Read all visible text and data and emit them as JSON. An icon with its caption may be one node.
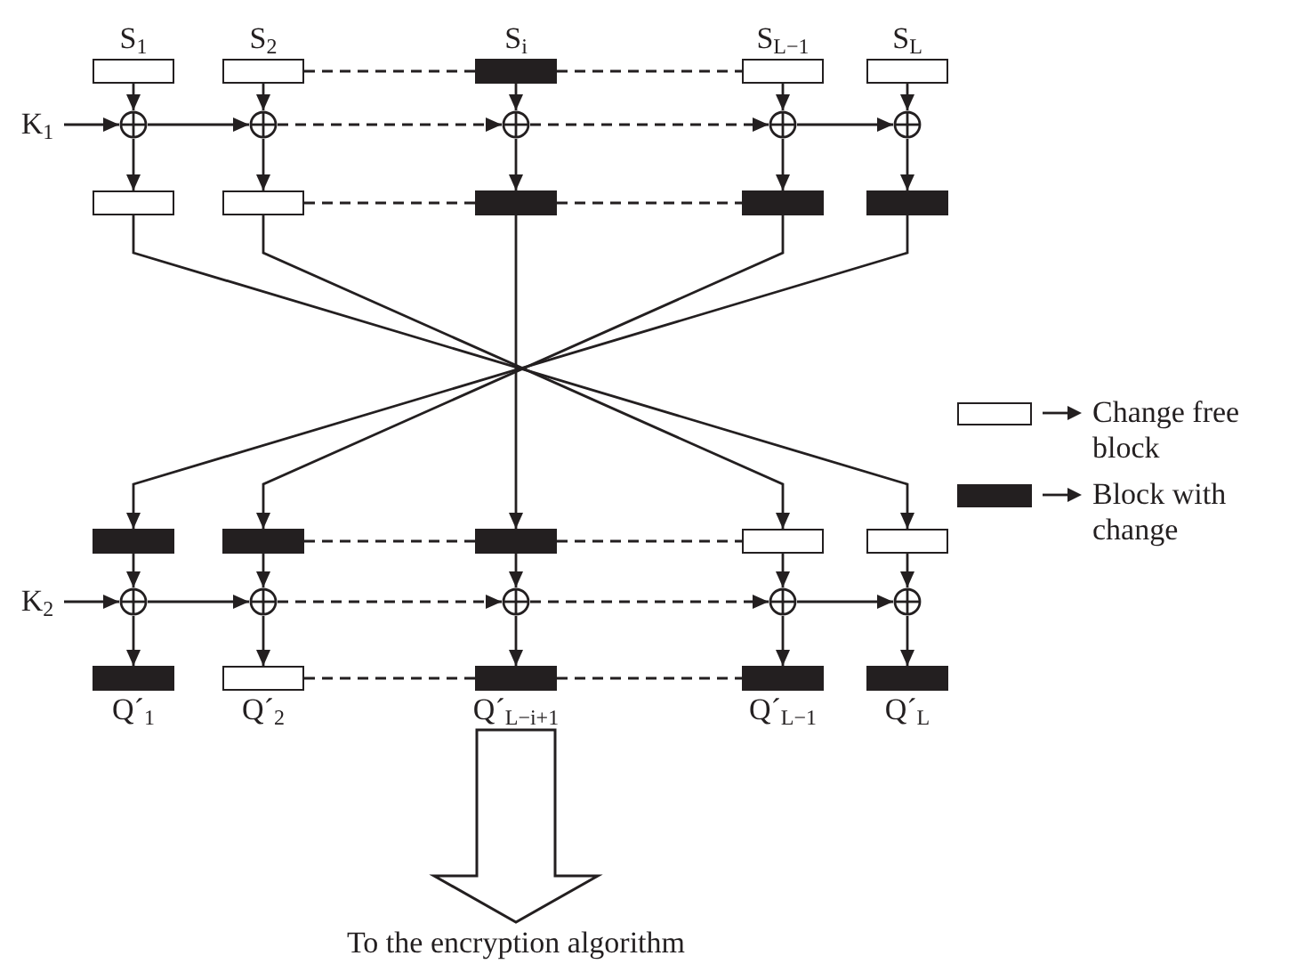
{
  "diagram": {
    "nodes": [
      {
        "text": [
          "S$_{1}$"
        ]
      },
      {
        "text": [
          "S$_{2}$"
        ]
      },
      {
        "text": [
          "S$_{i}$"
        ]
      },
      {
        "text": [
          "S$_{L−1}$"
        ]
      },
      {
        "text": [
          "S$_{L}$"
        ]
      },
      {
        "text": [
          "K$_{1}$"
        ]
      },
      {
        "text": [],
        "shape": "circle"
      },
      {
        "text": [],
        "shape": "circle"
      },
      {
        "text": [],
        "shape": "circle"
      },
      {
        "text": [],
        "shape": "circle"
      },
      {
        "text": [],
        "shape": "circle"
      },
      {
        "text": [],
        "shape": "box"
      },
      {
        "text": [],
        "shape": "box"
      },
      {
        "text": [],
        "shape": "box"
      },
      {
        "text": [],
        "shape": "box"
      },
      {
        "text": [],
        "shape": "box"
      },
      {
        "text": [],
        "shape": "box"
      },
      {
        "text": [],
        "shape": "box"
      },
      {
        "text": [],
        "shape": "box"
      },
      {
        "text": [],
        "shape": "box"
      },
      {
        "text": [],
        "shape": "box"
      },
      {
        "text": [
          "K$_{2}$"
        ]
      },
      {
        "text": [],
        "shape": "circle"
      },
      {
        "text": [],
        "shape": "circle"
      },
      {
        "text": [],
        "shape": "circle"
      },
      {
        "text": [],
        "shape": "circle"
      },
      {
        "text": [],
        "shape": "circle"
      },
      {
        "text": [
          "Q´$_{1}$"
        ]
      },
      {
        "text": [
          "Q´$_{2}$"
        ]
      },
      {
        "text": [
          "Q´$_{L−i+1}$"
        ]
      },
      {
        "text": [
          "Q´$_{L−1}$"
        ]
      },
      {
        "text": [
          "Q´$_{L}$"
        ]
      },
      {
        "text": [
          "To the encryption algorithm"
        ]
      }
    ],
    "edges": [
      {
        "from": 0,
        "to": 6,
        "arrow": "to"
      },
      {
        "from": 1,
        "to": 7,
        "arrow": "to"
      },
      {
        "from": 2,
        "to": 8,
        "arrow": "to"
      },
      {
        "from": 3,
        "to": 9,
        "arrow": "to"
      },
      {
        "from": 4,
        "to": 10,
        "arrow": "to"
      },
      {
        "from": 5,
        "to": 6,
        "arrow": "to"
      },
      {
        "from": 6,
        "to": 7,
        "arrow": "to"
      },
      {
        "from": 7,
        "to": 8,
        "arrow": "to",
        "style": "dashed"
      },
      {
        "from": 8,
        "to": 9,
        "arrow": "to",
        "style": "dashed"
      },
      {
        "from": 9,
        "to": 10,
        "arrow": "to"
      },
      {
        "from": 6,
        "to": 11,
        "arrow": "to"
      },
      {
        "from": 7,
        "to": 12,
        "arrow": "to"
      },
      {
        "from": 8,
        "to": 13,
        "arrow": "to"
      },
      {
        "from": 9,
        "to": 14,
        "arrow": "to"
      },
      {
        "from": 10,
        "to": 15,
        "arrow": "to"
      },
      {
        "from": 1,
        "to": 2,
        "arrow": "none",
        "style": "dashed"
      },
      {
        "from": 2,
        "to": 3,
        "arrow": "none",
        "style": "dashed"
      },
      {
        "from": 12,
        "to": 13,
        "arrow": "none",
        "style": "dashed"
      },
      {
        "from": 13,
        "to": 14,
        "arrow": "none",
        "style": "dashed"
      },
      {
        "from": 11,
        "to": 20,
        "arrow": "to"
      },
      {
        "from": 12,
        "to": 19,
        "arrow": "to"
      },
      {
        "from": 13,
        "to": 18,
        "arrow": "to"
      },
      {
        "from": 14,
        "to": 17,
        "arrow": "to"
      },
      {
        "from": 15,
        "to": 16,
        "arrow": "to"
      },
      {
        "from": 16,
        "to": 22,
        "arrow": "to"
      },
      {
        "from": 17,
        "to": 23,
        "arrow": "to"
      },
      {
        "from": 18,
        "to": 24,
        "arrow": "to"
      },
      {
        "from": 19,
        "to": 25,
        "arrow": "to"
      },
      {
        "from": 20,
        "to": 26,
        "arrow": "to"
      },
      {
        "from": 21,
        "to": 22,
        "arrow": "to"
      },
      {
        "from": 22,
        "to": 23,
        "arrow": "to"
      },
      {
        "from": 23,
        "to": 24,
        "arrow": "to",
        "style": "dashed"
      },
      {
        "from": 24,
        "to": 25,
        "arrow": "to",
        "style": "dashed"
      },
      {
        "from": 25,
        "to": 26,
        "arrow": "to"
      },
      {
        "from": 22,
        "to": 27,
        "arrow": "to"
      },
      {
        "from": 23,
        "to": 28,
        "arrow": "to"
      },
      {
        "from": 24,
        "to": 29,
        "arrow": "to"
      },
      {
        "from": 25,
        "to": 30,
        "arrow": "to"
      },
      {
        "from": 26,
        "to": 31,
        "arrow": "to"
      },
      {
        "from": 17,
        "to": 18,
        "arrow": "none",
        "style": "dashed"
      },
      {
        "from": 18,
        "to": 19,
        "arrow": "none",
        "style": "dashed"
      },
      {
        "from": 28,
        "to": 29,
        "arrow": "none",
        "style": "dashed"
      },
      {
        "from": 29,
        "to": 30,
        "arrow": "none",
        "style": "dashed"
      },
      {
        "from": 29,
        "to": 32,
        "arrow": "to",
        "style": "thick"
      }
    ],
    "legend": [
      {
        "text": "Change free block",
        "color": "#ffffff"
      },
      {
        "text": "Block with change",
        "color": "#231f20"
      }
    ]
  }
}
